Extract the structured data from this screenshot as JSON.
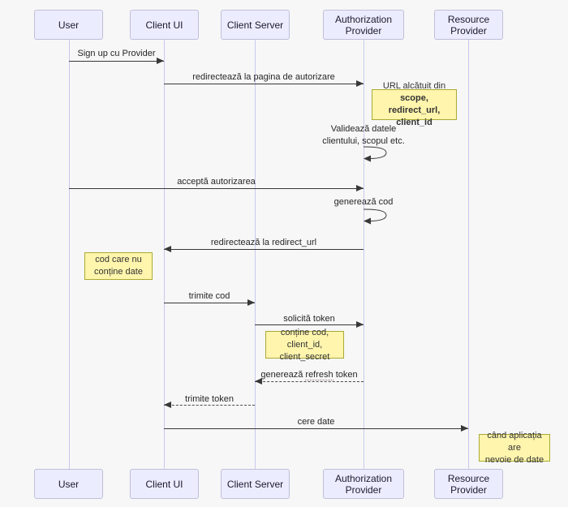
{
  "diagram": {
    "type": "sequence",
    "colors": {
      "background": "#f7f7f8",
      "actor_fill": "#ececff",
      "actor_border": "#bfbfd9",
      "note_fill": "#fff5ad",
      "note_border": "#aaaa33",
      "arrow": "#383838",
      "lifeline": "#c9c9ed"
    },
    "actors": [
      {
        "label": "User"
      },
      {
        "label": "Client UI"
      },
      {
        "label": "Client Server"
      },
      {
        "label": "Authorization Provider"
      },
      {
        "label": "Resource Provider"
      }
    ],
    "messages": [
      {
        "from": "User",
        "to": "Client UI",
        "label": "Sign up cu Provider",
        "style": "solid"
      },
      {
        "from": "Client UI",
        "to": "Authorization Provider",
        "label": "redirectează la pagina de autorizare",
        "style": "solid"
      },
      {
        "from": "User",
        "to": "Authorization Provider",
        "label": "acceptă autorizarea",
        "style": "solid"
      },
      {
        "from": "Authorization Provider",
        "to": "Client UI",
        "label": "redirectează la redirect_url",
        "style": "solid"
      },
      {
        "from": "Client UI",
        "to": "Client Server",
        "label": "trimite cod",
        "style": "solid"
      },
      {
        "from": "Client Server",
        "to": "Authorization Provider",
        "label": "solicită token",
        "style": "solid"
      },
      {
        "from": "Authorization Provider",
        "to": "Client Server",
        "prefix": "generează ",
        "underlined": "refresh",
        "suffix": " token",
        "style": "dashed"
      },
      {
        "from": "Client Server",
        "to": "Client UI",
        "label": "trimite token",
        "style": "dashed"
      },
      {
        "from": "Client UI",
        "to": "Resource Provider",
        "label": "cere date",
        "style": "solid"
      }
    ],
    "self_messages": [
      {
        "actor": "Authorization Provider",
        "lines": [
          "Validează datele",
          "clientului, scopul etc."
        ]
      },
      {
        "actor": "Authorization Provider",
        "lines": [
          "generează cod"
        ]
      }
    ],
    "notes": [
      {
        "position": "right of Authorization Provider",
        "line1_plain": "URL alcătuit din ",
        "line1_bold": "scope,",
        "line2_bold": "redirect_url, client_id"
      },
      {
        "position": "left of Client UI",
        "lines": [
          "cod care nu",
          "conține date"
        ]
      },
      {
        "position": "right of Client Server",
        "lines": [
          "conține cod, client_id,",
          "client_secret"
        ]
      },
      {
        "position": "right of Resource Provider",
        "lines": [
          "când aplicația are",
          "nevoie de date"
        ]
      }
    ]
  }
}
